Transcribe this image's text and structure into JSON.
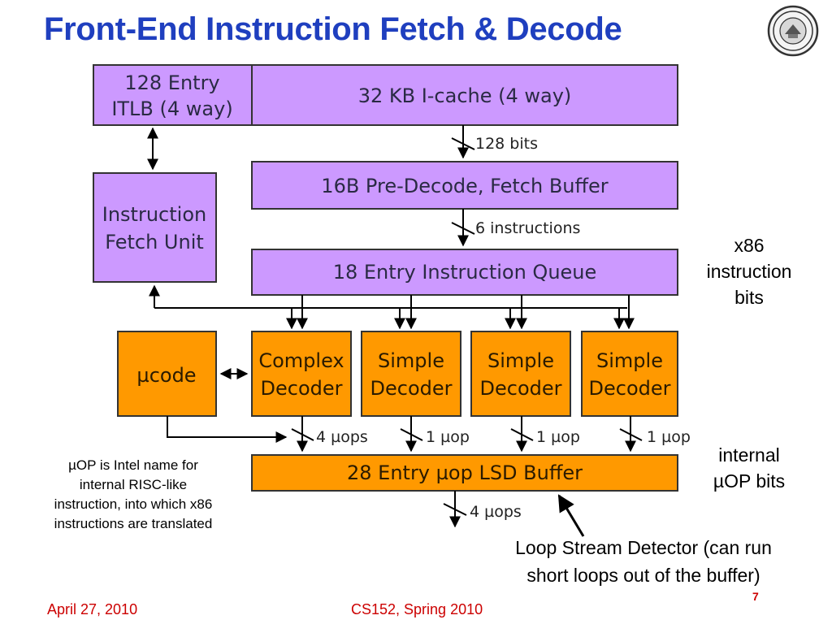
{
  "slide": {
    "title": "Front-End Instruction Fetch & Decode",
    "footer_date": "April 27, 2010",
    "footer_course": "CS152, Spring 2010",
    "page_number": "7"
  },
  "colors": {
    "title": "#1f3fbf",
    "purple_fill": "#cc99ff",
    "orange_fill": "#ff9900",
    "footer": "#cc0000"
  },
  "boxes": {
    "itlb": [
      "128 Entry",
      "ITLB (4 way)"
    ],
    "icache": "32 KB I-cache (4 way)",
    "predecode": "16B Pre-Decode, Fetch Buffer",
    "ifu": [
      "Instruction",
      "Fetch Unit"
    ],
    "queue": "18 Entry Instruction Queue",
    "ucode": "µcode",
    "complex_decoder": [
      "Complex",
      "Decoder"
    ],
    "simple_decoder_1": [
      "Simple",
      "Decoder"
    ],
    "simple_decoder_2": [
      "Simple",
      "Decoder"
    ],
    "simple_decoder_3": [
      "Simple",
      "Decoder"
    ],
    "lsd": "28 Entry µop LSD Buffer"
  },
  "bus_labels": {
    "icache_out": "128 bits",
    "predecode_out": "6 instructions",
    "complex_out": "4 µops",
    "simple1_out": "1 µop",
    "simple2_out": "1 µop",
    "simple3_out": "1 µop",
    "lsd_out": "4 µops"
  },
  "notes": {
    "x86_bits": [
      "x86",
      "instruction",
      "bits"
    ],
    "uop_bits": [
      "internal",
      "µOP bits"
    ],
    "lsd": [
      "Loop Stream Detector (can run",
      "short loops out of the buffer)"
    ],
    "uop_definition": [
      "µOP is Intel name for",
      "internal RISC-like",
      "instruction, into which x86",
      "instructions are translated"
    ]
  }
}
